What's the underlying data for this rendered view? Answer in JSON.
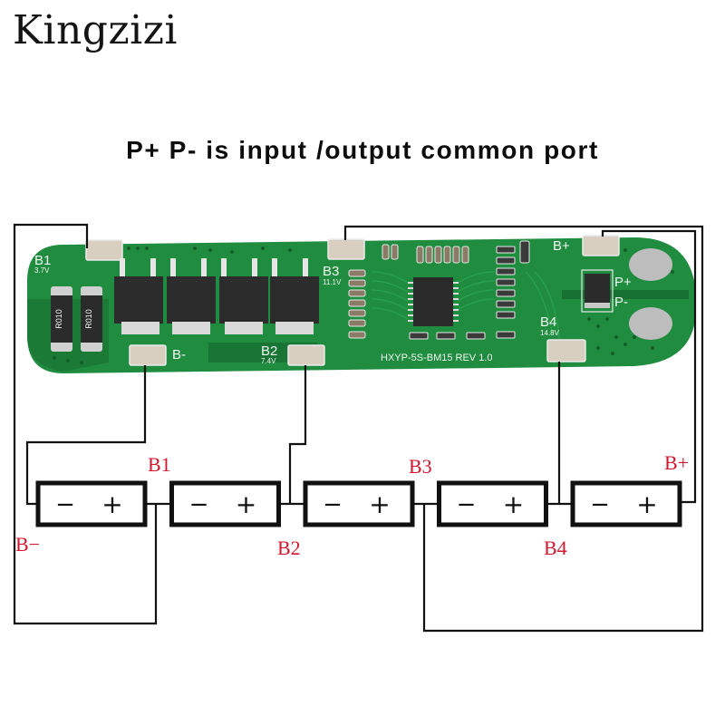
{
  "brand": {
    "name": "Kingzizi"
  },
  "headline": "P+ P- is input /output common port",
  "colors": {
    "pcb_green": "#1e8a3e",
    "pcb_dark": "#156b2d",
    "pad_silver": "#d7cdbe",
    "wire": "#111111",
    "label_red": "#d1162e",
    "mosfet": "#2a2a2a"
  },
  "board": {
    "model_text": "HXYP-5S-BM15 REV 1.0",
    "resistor_marking": "R010",
    "pads": [
      {
        "id": "B1",
        "label": "B1",
        "voltage": "3.7V"
      },
      {
        "id": "B-",
        "label": "B-",
        "voltage": ""
      },
      {
        "id": "B2",
        "label": "B2",
        "voltage": "7.4V"
      },
      {
        "id": "B3",
        "label": "B3",
        "voltage": "11.1V"
      },
      {
        "id": "B4",
        "label": "B4",
        "voltage": "14.8V"
      },
      {
        "id": "B+",
        "label": "B+",
        "voltage": ""
      }
    ],
    "output_ports": [
      {
        "id": "P+",
        "label": "P+"
      },
      {
        "id": "P-",
        "label": "P-"
      }
    ]
  },
  "cells": [
    {
      "index": 1,
      "neg": "−",
      "pos": "+"
    },
    {
      "index": 2,
      "neg": "−",
      "pos": "+"
    },
    {
      "index": 3,
      "neg": "−",
      "pos": "+"
    },
    {
      "index": 4,
      "neg": "−",
      "pos": "+"
    },
    {
      "index": 5,
      "neg": "−",
      "pos": "+"
    }
  ],
  "node_labels": {
    "b_minus": "B−",
    "b1": "B1",
    "b2": "B2",
    "b3": "B3",
    "b4": "B4",
    "b_plus": "B+"
  }
}
